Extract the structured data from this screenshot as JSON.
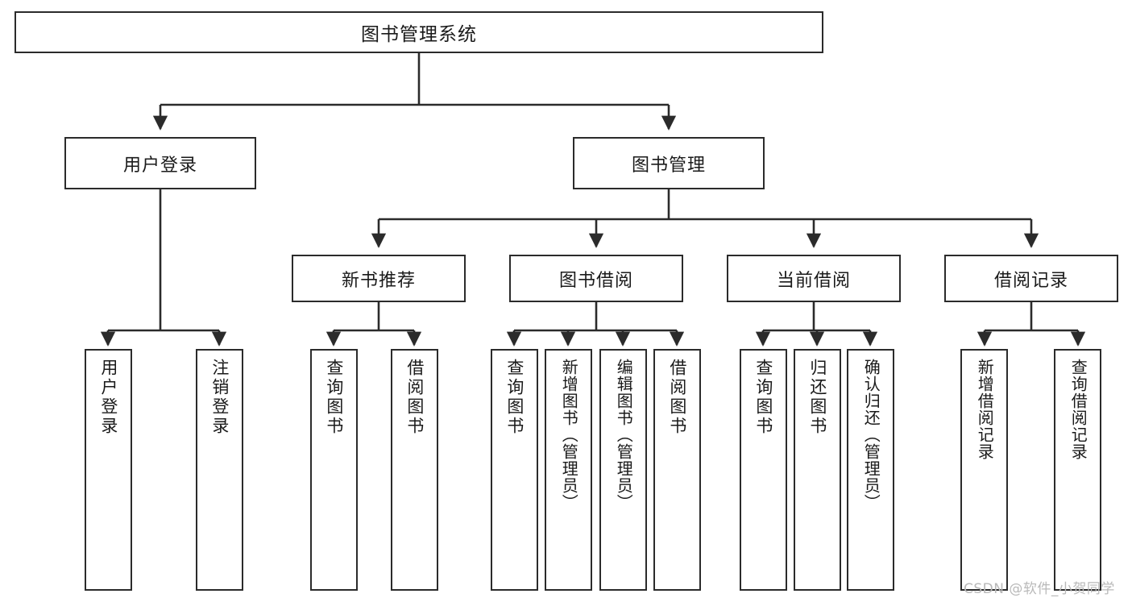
{
  "diagram": {
    "type": "tree-hierarchy",
    "title": "图书管理系统",
    "orientation": "top-down",
    "colors": {
      "box_border": "#2b2b2b",
      "box_fill": "#ffffff",
      "edge": "#2b2b2b",
      "text": "#1a1a1a",
      "watermark": "#b9b9b9"
    },
    "watermark": "CSDN @软件_小贺同学"
  },
  "nodes": {
    "root": {
      "label": "图书管理系统"
    },
    "level2": [
      {
        "id": "user-login",
        "label": "用户登录"
      },
      {
        "id": "book-manage",
        "label": "图书管理"
      }
    ],
    "level3": [
      {
        "id": "new-book-recommend",
        "label": "新书推荐"
      },
      {
        "id": "book-borrow",
        "label": "图书借阅"
      },
      {
        "id": "current-borrow",
        "label": "当前借阅"
      },
      {
        "id": "borrow-record",
        "label": "借阅记录"
      }
    ],
    "leaves": {
      "user_login": [
        {
          "id": "leaf-user-login",
          "label": "用户登录"
        },
        {
          "id": "leaf-logout-login",
          "label": "注销登录"
        }
      ],
      "new_book_recommend": [
        {
          "id": "leaf-query-book-1",
          "label": "查询图书"
        },
        {
          "id": "leaf-borrow-book-1",
          "label": "借阅图书"
        }
      ],
      "book_borrow": [
        {
          "id": "leaf-query-book-2",
          "label": "查询图书"
        },
        {
          "id": "leaf-add-book",
          "label": "新增图书（管理员）"
        },
        {
          "id": "leaf-edit-book",
          "label": "编辑图书（管理员）"
        },
        {
          "id": "leaf-borrow-book-2",
          "label": "借阅图书"
        }
      ],
      "current_borrow": [
        {
          "id": "leaf-query-book-3",
          "label": "查询图书"
        },
        {
          "id": "leaf-return-book",
          "label": "归还图书"
        },
        {
          "id": "leaf-confirm-return",
          "label": "确认归还（管理员）"
        }
      ],
      "borrow_record": [
        {
          "id": "leaf-add-record",
          "label": "新增借阅记录"
        },
        {
          "id": "leaf-query-record",
          "label": "查询借阅记录"
        }
      ]
    }
  }
}
